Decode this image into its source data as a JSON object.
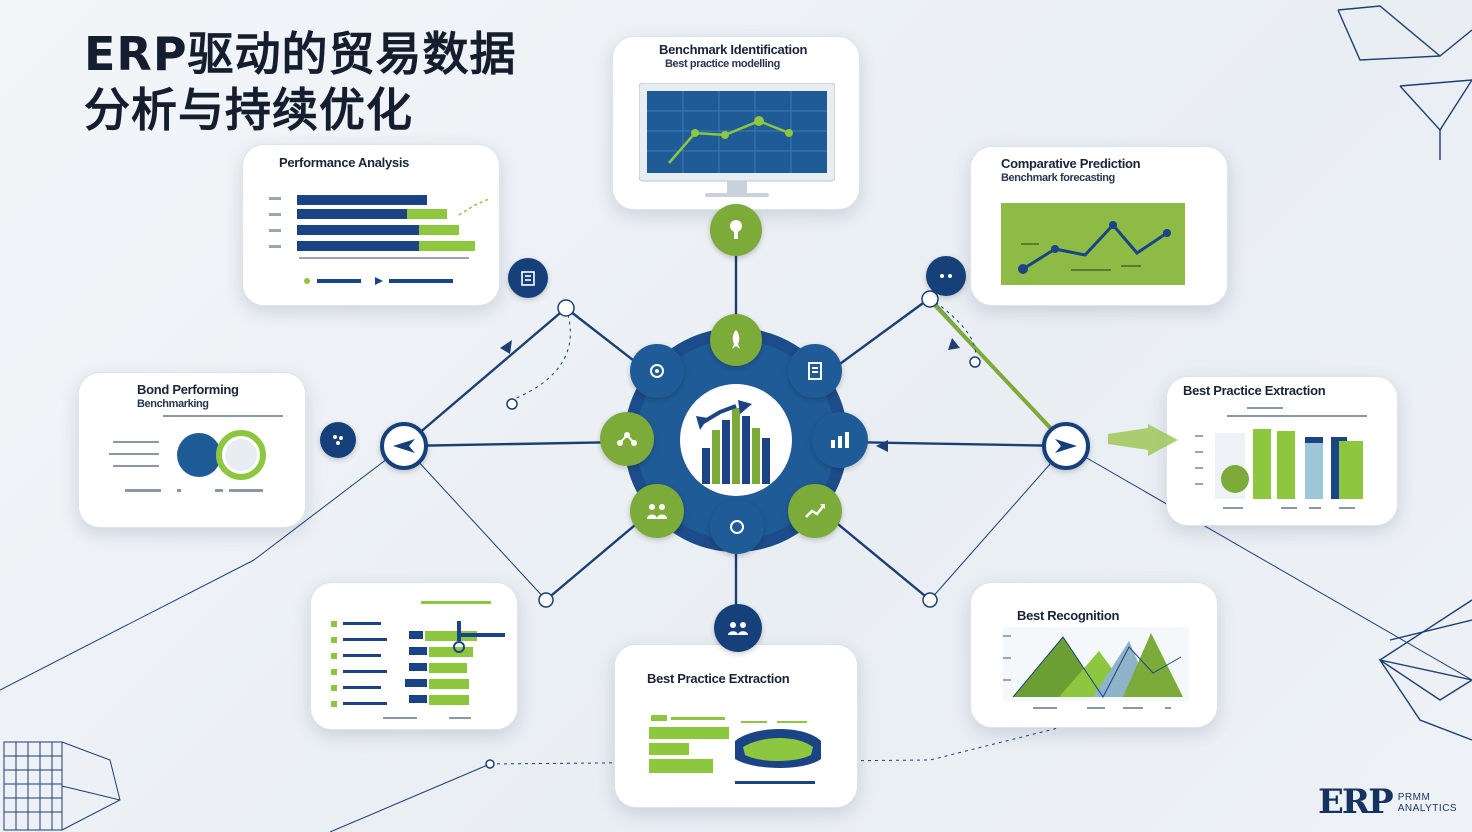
{
  "title": {
    "line1": "ERP驱动的贸易数据",
    "line2": "分析与持续优化"
  },
  "cards": {
    "benchmark": {
      "title": "Benchmark Identification",
      "subtitle": "Best practice modelling"
    },
    "performance": {
      "title": "Performance Analysis"
    },
    "comparative": {
      "title": "Comparative Prediction",
      "subtitle": "Benchmark forecasting"
    },
    "bond": {
      "title": "Bond Performing",
      "subtitle": "Benchmarking"
    },
    "bestpractice_right": {
      "title": "Best Practice Extraction"
    },
    "bestpractice_bottom": {
      "title": "Best Practice Extraction"
    },
    "best_recognition": {
      "title": "Best Recognition"
    }
  },
  "icons": {
    "hub": "bar-chart-rising-icon",
    "satellites": [
      "rocket-icon",
      "gear-icon",
      "document-icon",
      "network-icon",
      "chart-icon",
      "people-icon",
      "target-icon",
      "growth-icon"
    ]
  },
  "brand": {
    "logo": "ERP",
    "tagline": "PRMM ANALYTICS"
  },
  "colors": {
    "navy": "#16407a",
    "blue": "#1f5b96",
    "green": "#7cab3a",
    "accent_green": "#9bc44f"
  }
}
